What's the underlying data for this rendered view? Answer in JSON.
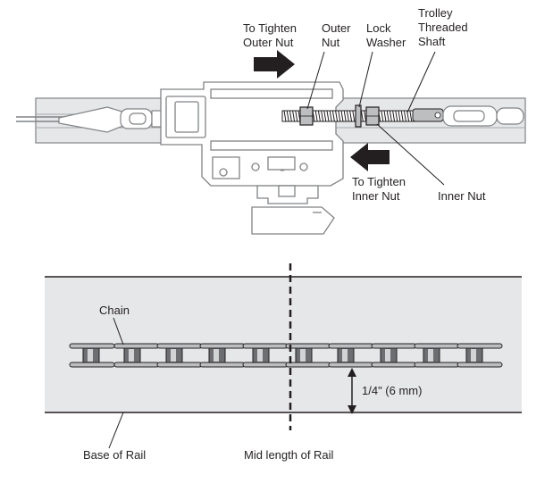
{
  "top_diagram": {
    "labels": {
      "tighten_outer_1": "To Tighten",
      "tighten_outer_2": "Outer Nut",
      "outer_nut_1": "Outer",
      "outer_nut_2": "Nut",
      "lock_washer_1": "Lock",
      "lock_washer_2": "Washer",
      "trolley_shaft_1": "Trolley",
      "trolley_shaft_2": "Threaded",
      "trolley_shaft_3": "Shaft",
      "tighten_inner_1": "To Tighten",
      "tighten_inner_2": "Inner Nut",
      "inner_nut": "Inner Nut"
    }
  },
  "bottom_diagram": {
    "labels": {
      "chain": "Chain",
      "measurement": "1/4\" (6 mm)",
      "base_of_rail": "Base of Rail",
      "mid_length": "Mid length of Rail"
    }
  },
  "colors": {
    "rail_fill": "#e6e7e8",
    "line": "#231f20",
    "part_gray": "#bcbec0",
    "arrow": "#231f20"
  }
}
